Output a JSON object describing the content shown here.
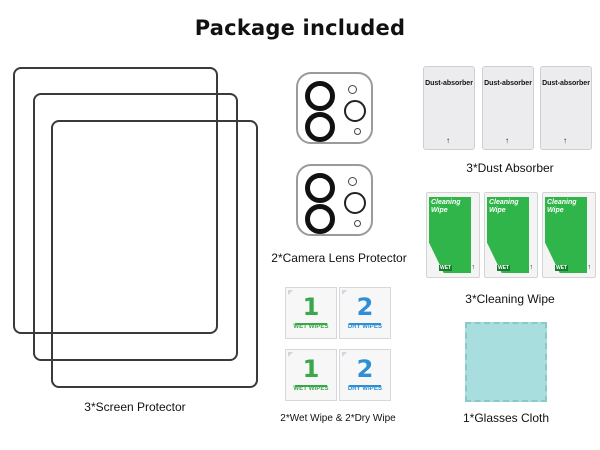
{
  "title": "Package included",
  "items": {
    "screen_protector": "3*Screen Protector",
    "camera_lens_protector": "2*Camera Lens Protector",
    "wipes": "2*Wet Wipe & 2*Dry Wipe",
    "dust_absorber": "3*Dust Absorber",
    "cleaning_wipe": "3*Cleaning Wipe",
    "glasses_cloth": "1*Glasses Cloth"
  },
  "dust_absorber_label": "Dust-absorber",
  "cleaning_wipe_pack": {
    "title_line1": "Cleaning",
    "title_line2": "Wipe",
    "tag": "WET"
  },
  "wet_wipe": {
    "number": "1",
    "label": "WET WIPES"
  },
  "dry_wipe": {
    "number": "2",
    "label": "DRY WIPES"
  },
  "colors": {
    "wet_green": "#3aa84a",
    "dry_blue": "#2f8fd6",
    "cleaning_green": "#2fb54a",
    "cloth_teal": "#a9dede"
  }
}
